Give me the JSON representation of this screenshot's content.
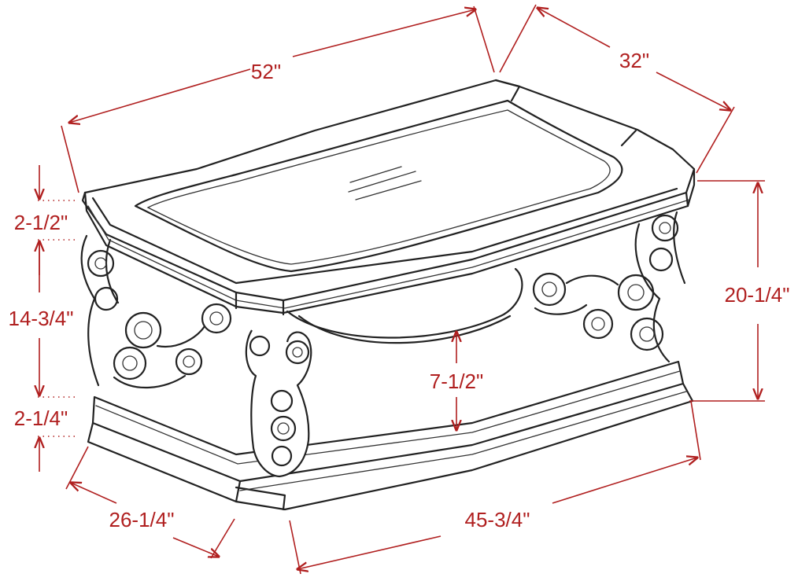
{
  "diagram": {
    "dimensions": {
      "top_length": "52\"",
      "top_width": "32\"",
      "top_thickness": "2-1/2\"",
      "leg_height": "14-3/4\"",
      "base_thickness": "2-1/4\"",
      "total_height": "20-1/4\"",
      "shelf_clearance": "7-1/2\"",
      "base_width": "26-1/4\"",
      "base_length": "45-3/4\""
    },
    "colors": {
      "dimension": "#b01f1f",
      "outline": "#222222",
      "background": "#ffffff"
    }
  }
}
